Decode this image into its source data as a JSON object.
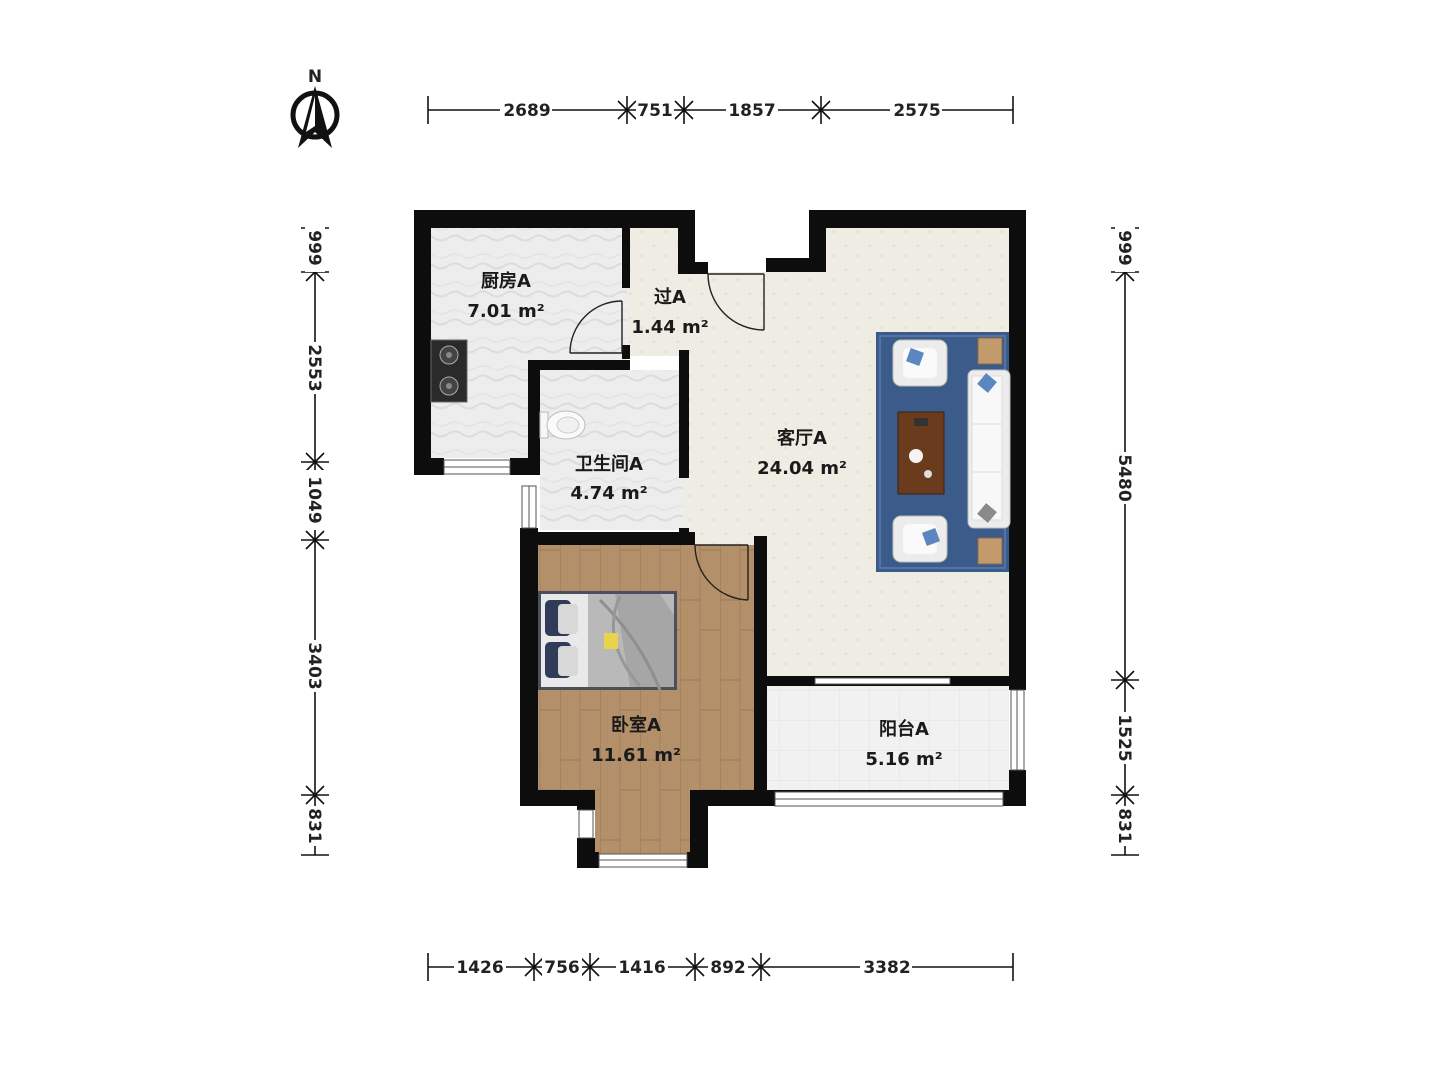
{
  "compass": {
    "label": "N",
    "icon": "north-arrow-icon"
  },
  "dimensions": {
    "top": [
      "2689",
      "751",
      "1857",
      "2575"
    ],
    "bottom": [
      "1426",
      "756",
      "1416",
      "892",
      "3382"
    ],
    "left": [
      "999",
      "2553",
      "1049",
      "3403",
      "831"
    ],
    "right": [
      "999",
      "5480",
      "1525",
      "831"
    ]
  },
  "rooms": {
    "kitchen": {
      "name": "厨房A",
      "area": "7.01 m²"
    },
    "passage": {
      "name": "过A",
      "area": "1.44 m²"
    },
    "bathroom": {
      "name": "卫生间A",
      "area": "4.74 m²"
    },
    "living": {
      "name": "客厅A",
      "area": "24.04 m²"
    },
    "bedroom": {
      "name": "卧室A",
      "area": "11.61 m²"
    },
    "balcony": {
      "name": "阳台A",
      "area": "5.16 m²"
    }
  },
  "colors": {
    "wall": "#0d0d0d",
    "tile_floor": "#eeeeee",
    "living_floor": "#efece4",
    "wood_floor": "#b08f6c",
    "rug": "#3b5b8a"
  }
}
